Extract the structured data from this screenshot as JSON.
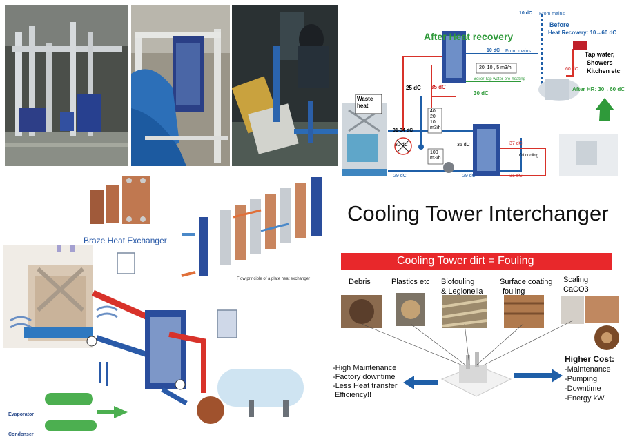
{
  "title": "Cooling Tower  Interchanger",
  "recovery": {
    "after_label": "After Heat recovery",
    "top_temp": "10 dC",
    "from_mains": "From mains",
    "before_label": "Before",
    "before_hr": "Heat Recovery: 10→60 dC",
    "tap_water": "Tap water,",
    "showers": "Showers",
    "kitchen": "Kitchen etc",
    "mains_temp": "10 dC",
    "mains_label": "From mains",
    "flow_box": "20, 10 , 5 m3/h",
    "boiler_label": "Boiler Tap water pre-heating",
    "t60": "60 dC",
    "t25": "25 dC",
    "t35a": "35 dC",
    "t30": "30 dC",
    "after_hr": "After HR: 30→60 dC",
    "waste_heat": "Waste heat",
    "t3134": "31-34 dC",
    "t30circle": "30 dC",
    "flows_stack": [
      "40",
      "20",
      "10",
      "m3/h"
    ],
    "t35b": "35 dC",
    "t37": "37 dC",
    "oil_cooling": "Oil cooling",
    "flow100": [
      "100",
      "m3/h"
    ],
    "t29a": "29 dC",
    "t29b": "29 dC",
    "t31": "31 dC"
  },
  "exchanger": {
    "braze": "Braze Heat Exchanger",
    "flow_principle": "Flow principle of a plate heat exchanger",
    "evaporator": "Evaporator",
    "condenser": "Condenser"
  },
  "fouling": {
    "banner": "Cooling Tower dirt = Fouling",
    "debris": "Debris",
    "plastics": "Plastics etc",
    "biofouling": "Biofouling",
    "legionella": "& Legionella",
    "surface1": "Surface coating",
    "surface2": "fouling",
    "scaling": "Scaling",
    "caco3": "CaCO3",
    "left_points": [
      "-High Maintenance",
      "-Factory downtime",
      "-Less Heat transfer",
      " Efficiency!!"
    ],
    "higher_cost": "Higher Cost:",
    "right_points": [
      "-Maintenance",
      "-Pumping",
      "-Downtime",
      "-Energy kW"
    ]
  },
  "colors": {
    "hot": "#d8322a",
    "cold": "#1f5fa8",
    "green": "#2f9a3a",
    "banner": "#e8282b"
  }
}
